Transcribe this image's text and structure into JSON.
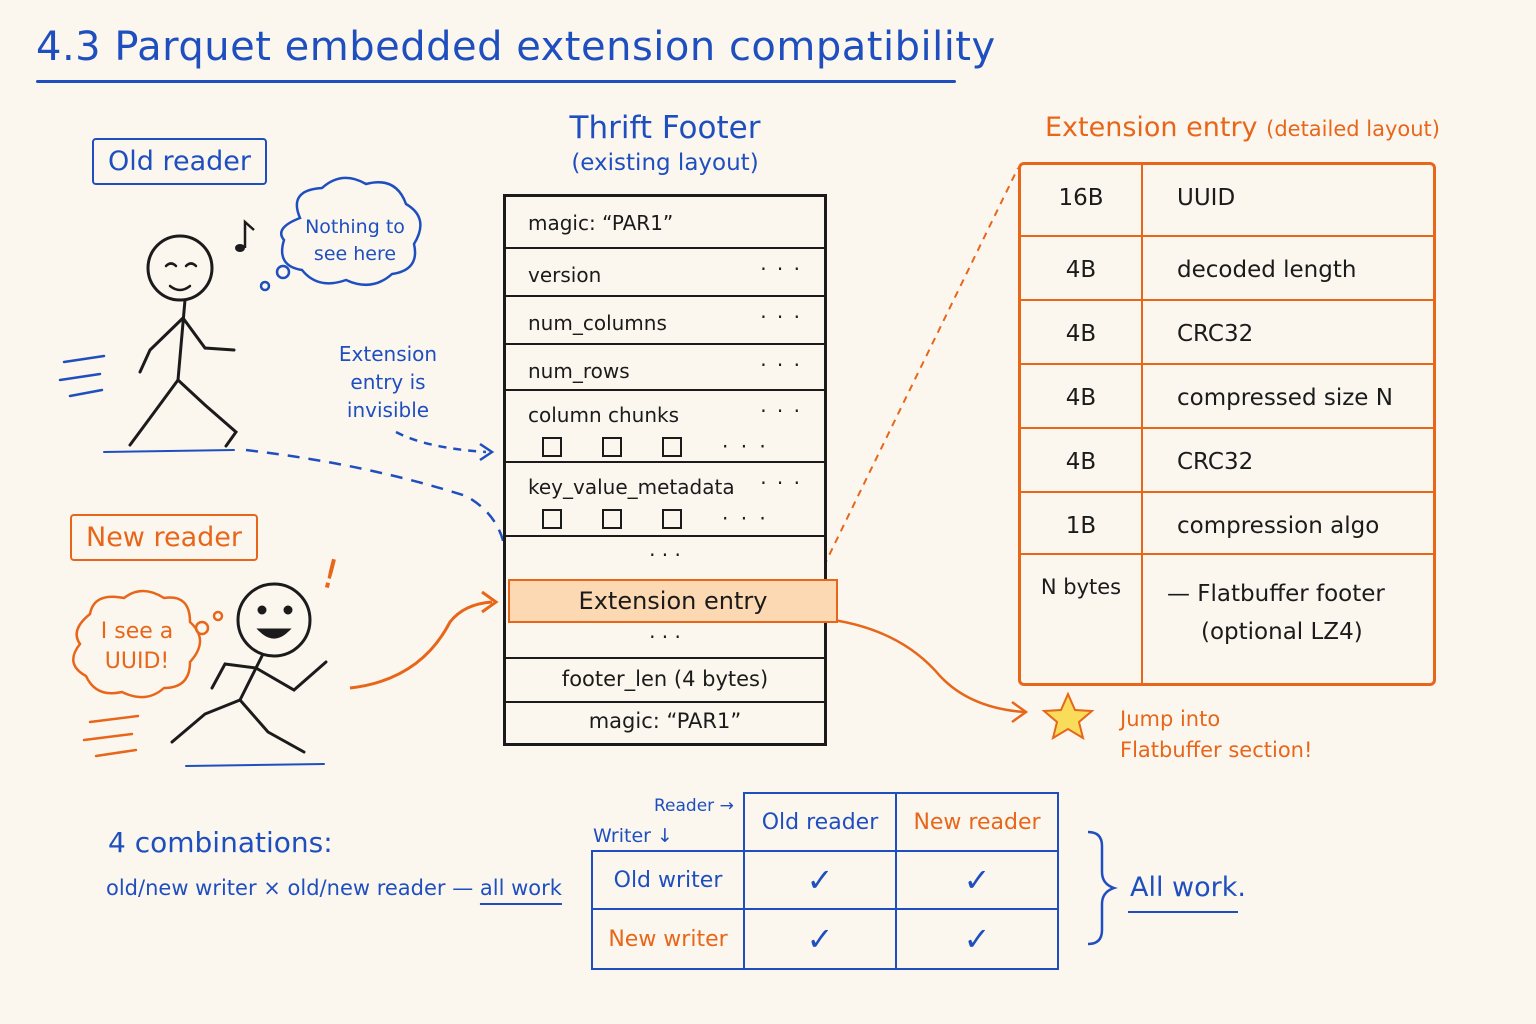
{
  "title": "4.3  Parquet embedded extension compatibility",
  "old_reader": {
    "tag": "Old reader",
    "thought_line1": "Nothing to",
    "thought_line2": "see here",
    "note_line1": "Extension",
    "note_line2": "entry is",
    "note_line3": "invisible"
  },
  "new_reader": {
    "tag": "New reader",
    "thought_line1": "I see a",
    "thought_line2": "UUID!",
    "exclaim": "!"
  },
  "footer": {
    "heading": "Thrift Footer",
    "subheading": "(existing layout)",
    "rows": {
      "magic_top": "magic:  “PAR1”",
      "version": "version",
      "num_columns": "num_columns",
      "num_rows": "num_rows",
      "column_chunks": "column chunks",
      "key_value_metadata": "key_value_metadata",
      "ellipsis": "· · ·",
      "extension_entry": "Extension entry",
      "footer_len": "footer_len  (4 bytes)",
      "magic_bottom": "magic:  “PAR1”"
    },
    "dots": "· · ·"
  },
  "extension_detail": {
    "heading": "Extension entry",
    "heading_suffix": "(detailed layout)",
    "rows": [
      {
        "size": "16B",
        "field": "UUID"
      },
      {
        "size": "4B",
        "field": "decoded  length"
      },
      {
        "size": "4B",
        "field": "CRC32"
      },
      {
        "size": "4B",
        "field": "compressed  size  N"
      },
      {
        "size": "4B",
        "field": "CRC32"
      },
      {
        "size": "1B",
        "field": "compression  algo"
      },
      {
        "size": "N  bytes",
        "field": "—  Flatbuffer  footer",
        "field2": "(optional  LZ4)"
      }
    ]
  },
  "jump_note": {
    "line1": "Jump  into",
    "line2": "Flatbuffer  section!"
  },
  "combinations": {
    "heading": "4  combinations:",
    "line": "old/new writer × old/new reader —",
    "emphasis": "all work",
    "reader_axis": "Reader →",
    "writer_axis": "Writer ↓",
    "col_old_reader": "Old reader",
    "col_new_reader": "New reader",
    "row_old_writer": "Old writer",
    "row_new_writer": "New writer",
    "check": "✓",
    "result": "All work."
  },
  "colors": {
    "blue": "#1f4fbf",
    "orange": "#e8661a",
    "highlight": "#fcd9b2",
    "background": "#fbf7ef"
  }
}
